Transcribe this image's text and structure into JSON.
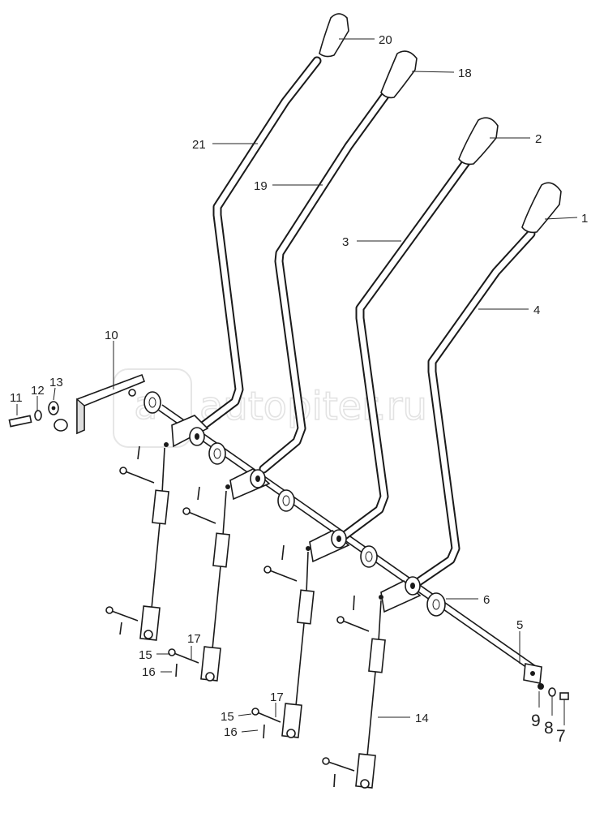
{
  "watermark": {
    "text": "autopiter.ru"
  },
  "callouts": [
    {
      "id": "1",
      "text": "1"
    },
    {
      "id": "2",
      "text": "2"
    },
    {
      "id": "3",
      "text": "3"
    },
    {
      "id": "4",
      "text": "4"
    },
    {
      "id": "5",
      "text": "5"
    },
    {
      "id": "6",
      "text": "6"
    },
    {
      "id": "7",
      "text": "7"
    },
    {
      "id": "8",
      "text": "8"
    },
    {
      "id": "9",
      "text": "9"
    },
    {
      "id": "10",
      "text": "10"
    },
    {
      "id": "11",
      "text": "11"
    },
    {
      "id": "12",
      "text": "12"
    },
    {
      "id": "13",
      "text": "13"
    },
    {
      "id": "14",
      "text": "14"
    },
    {
      "id": "15a",
      "text": "15"
    },
    {
      "id": "15b",
      "text": "15"
    },
    {
      "id": "16a",
      "text": "16"
    },
    {
      "id": "16b",
      "text": "16"
    },
    {
      "id": "17a",
      "text": "17"
    },
    {
      "id": "17b",
      "text": "17"
    },
    {
      "id": "18",
      "text": "18"
    },
    {
      "id": "19",
      "text": "19"
    },
    {
      "id": "20",
      "text": "20"
    },
    {
      "id": "21",
      "text": "21"
    }
  ]
}
